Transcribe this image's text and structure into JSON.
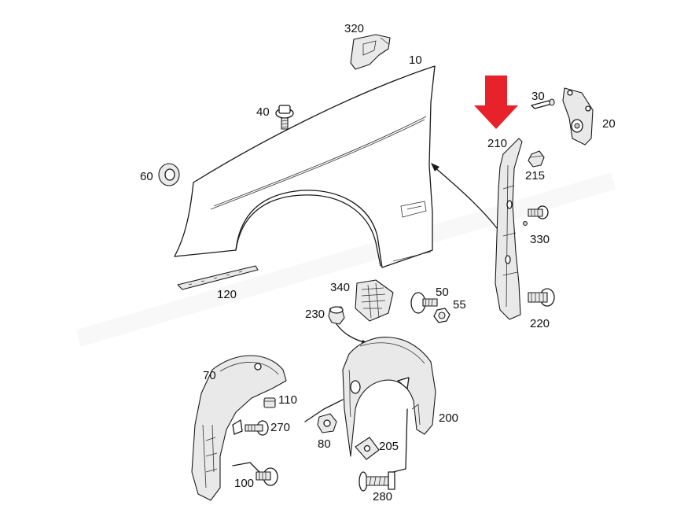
{
  "labels": {
    "p10": "10",
    "p20": "20",
    "p30": "30",
    "p40": "40",
    "p50": "50",
    "p55": "55",
    "p60": "60",
    "p70": "70",
    "p80": "80",
    "p100": "100",
    "p110": "110",
    "p120": "120",
    "p200": "200",
    "p205": "205",
    "p210": "210",
    "p215": "215",
    "p220": "220",
    "p230": "230",
    "p270": "270",
    "p280": "280",
    "p320": "320",
    "p330": "330",
    "p340": "340"
  },
  "highlight": {
    "target_part": "210",
    "arrow_color": "#e8222b"
  },
  "colors": {
    "line": "#1a1a1a",
    "part_fill": "#ffffff",
    "shade": "#e9e9e9"
  }
}
